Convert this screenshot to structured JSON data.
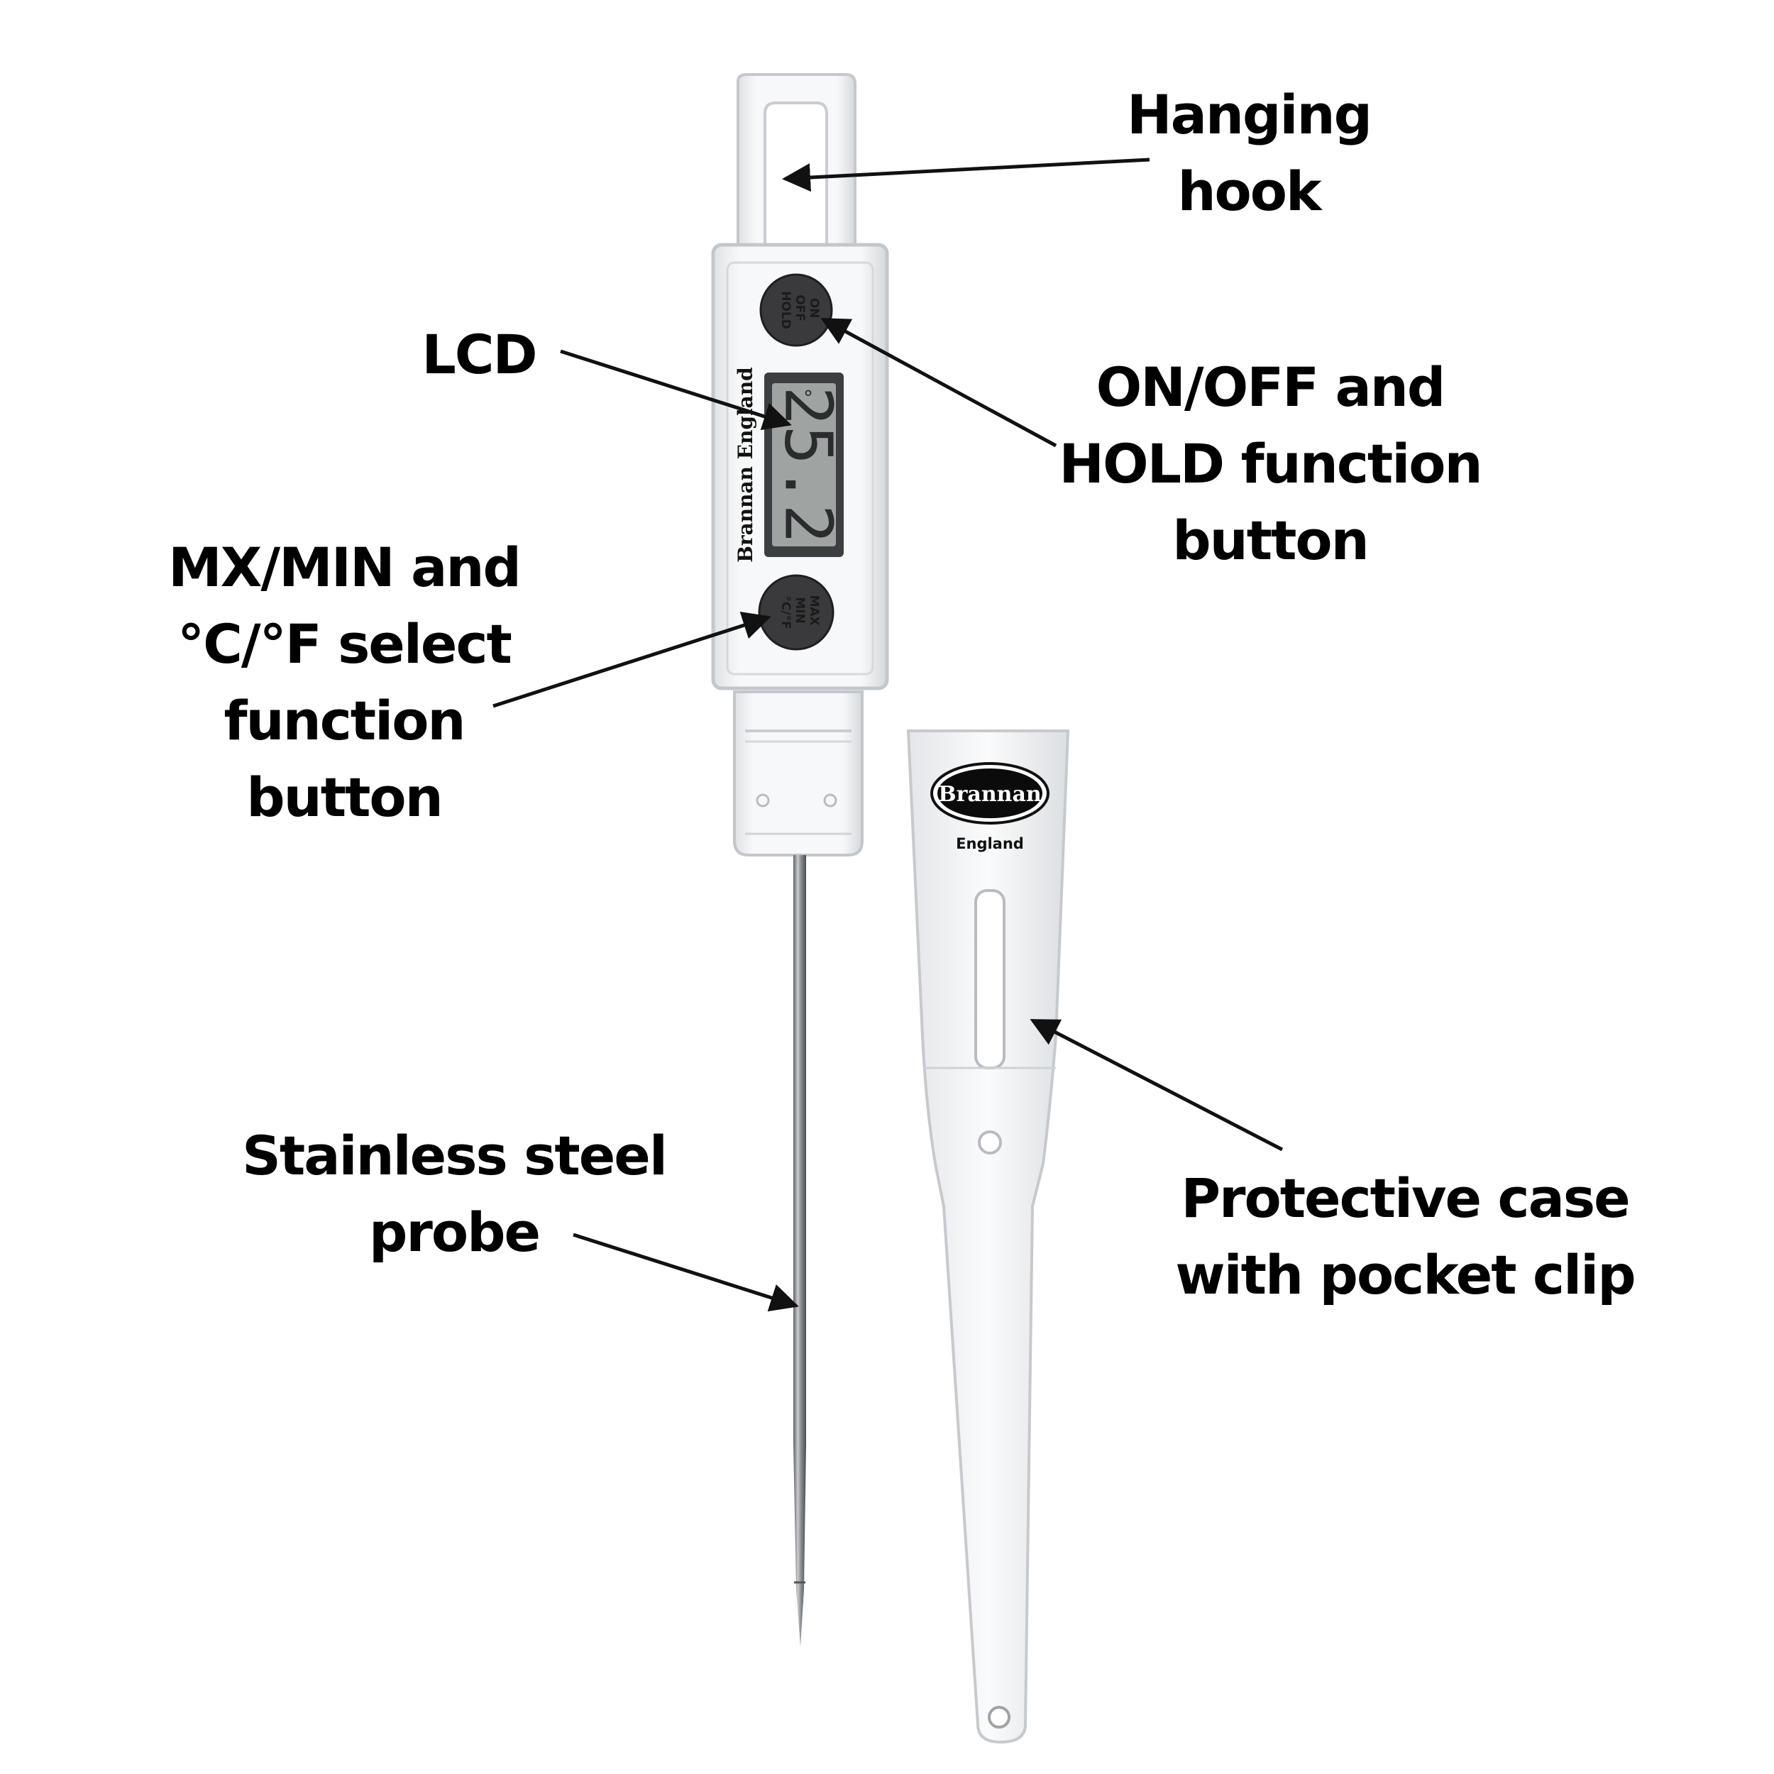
{
  "callouts": {
    "hook": [
      "Hanging",
      "hook"
    ],
    "lcd": [
      "LCD"
    ],
    "on_off": [
      "ON/OFF and",
      "HOLD function",
      "button"
    ],
    "max_min": [
      "MX/MIN and",
      "°C/°F select",
      "function",
      "button"
    ],
    "probe": [
      "Stainless steel",
      "probe"
    ],
    "case": [
      "Protective case",
      "with pocket clip"
    ]
  },
  "device": {
    "brand_vertical": "Brannan England",
    "lcd_reading": "25.2",
    "lcd_degree_mark": "°",
    "top_button": [
      "ON",
      "OFF",
      "HOLD"
    ],
    "bottom_button": [
      "MAX",
      "MIN",
      "°C/°F"
    ]
  },
  "case_logo": {
    "brand": "Brannan",
    "country": "England"
  },
  "colors": {
    "body_white": "#f4f5f6",
    "body_edge": "#c9ccd0",
    "button_dark": "#3a3a3c",
    "lcd_bg": "#9fa4a3",
    "steel": "#8a8d90",
    "arrow": "#111111"
  }
}
